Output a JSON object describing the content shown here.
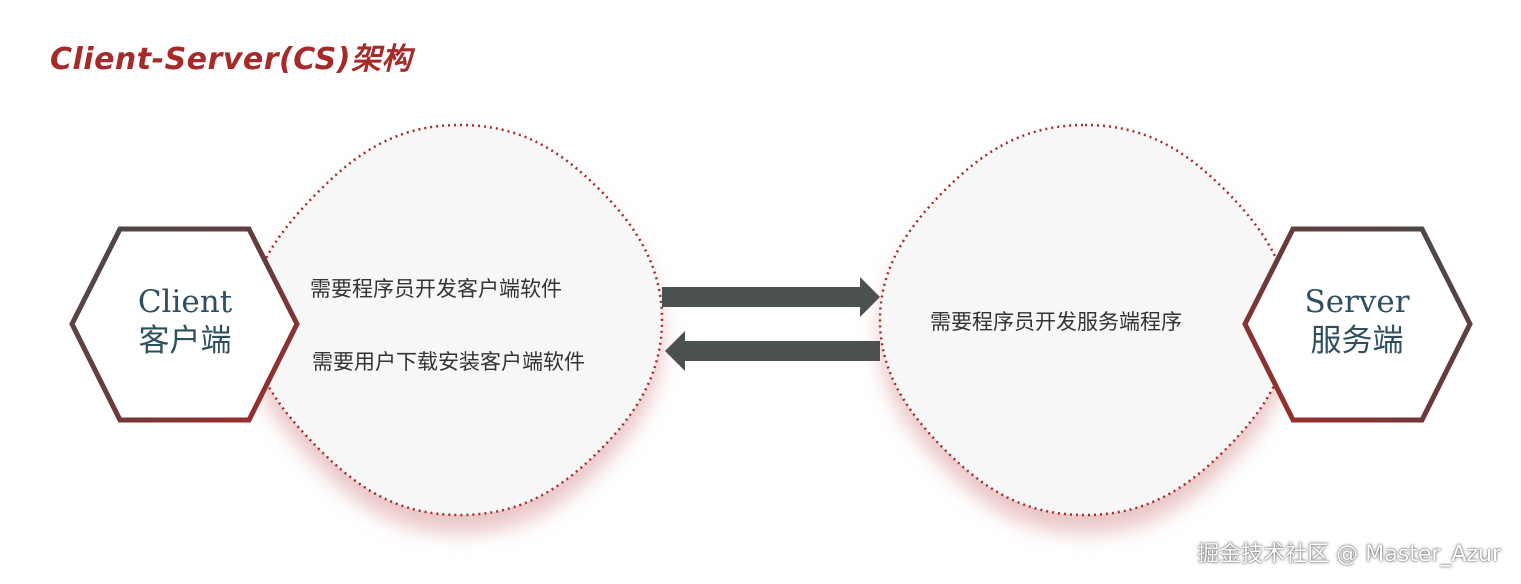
{
  "title": "Client-Server(CS)架构",
  "client": {
    "name_en": "Client",
    "name_zh": "客户端",
    "desc_line1": "需要程序员开发客户端软件",
    "desc_line2": "需要用户下载安装客户端软件"
  },
  "server": {
    "name_en": "Server",
    "name_zh": "服务端",
    "desc_line1": "需要程序员开发服务端程序"
  },
  "watermark": "掘金技术社区 @ Master_Azur",
  "colors": {
    "accent": "#a52a2a",
    "hex_gray": "#4a4a4a",
    "arrow": "#4a5150",
    "bubble_fill": "#f7f7f7",
    "label_text": "#2f4f5f"
  }
}
